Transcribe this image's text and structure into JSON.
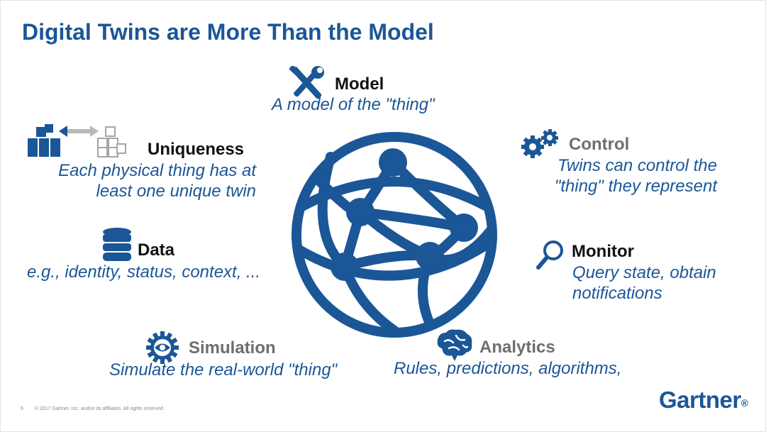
{
  "slide": {
    "title": "Digital Twins are More Than the Model",
    "page_number": "5",
    "copyright": "© 2017 Gartner, Inc. and/or its affiliates. All rights reserved.",
    "brand": "Gartner",
    "brand_mark": "®"
  },
  "colors": {
    "accent": "#1b5697",
    "label_dark": "#111111",
    "label_grey": "#6e6e6e"
  },
  "center_icon": "globe-network-icon",
  "concepts": {
    "model": {
      "label": "Model",
      "desc": "A model of the \"thing\"",
      "icon": "tools-icon"
    },
    "uniqueness": {
      "label": "Uniqueness",
      "desc_line1": "Each physical thing has at",
      "desc_line2": "least one unique twin",
      "icon": "cubes-arrow-icon"
    },
    "control": {
      "label": "Control",
      "desc_line1": "Twins can control the",
      "desc_line2": "\"thing\" they represent",
      "icon": "gears-icon"
    },
    "data": {
      "label": "Data",
      "desc": "e.g., identity, status, context, ...",
      "icon": "database-icon"
    },
    "monitor": {
      "label": "Monitor",
      "desc_line1": "Query state, obtain",
      "desc_line2": "notifications",
      "icon": "magnifier-icon"
    },
    "simulation": {
      "label": "Simulation",
      "desc": "Simulate the real-world \"thing\"",
      "icon": "eye-gear-icon"
    },
    "analytics": {
      "label": "Analytics",
      "desc": "Rules, predictions, algorithms,",
      "icon": "brain-icon"
    }
  }
}
